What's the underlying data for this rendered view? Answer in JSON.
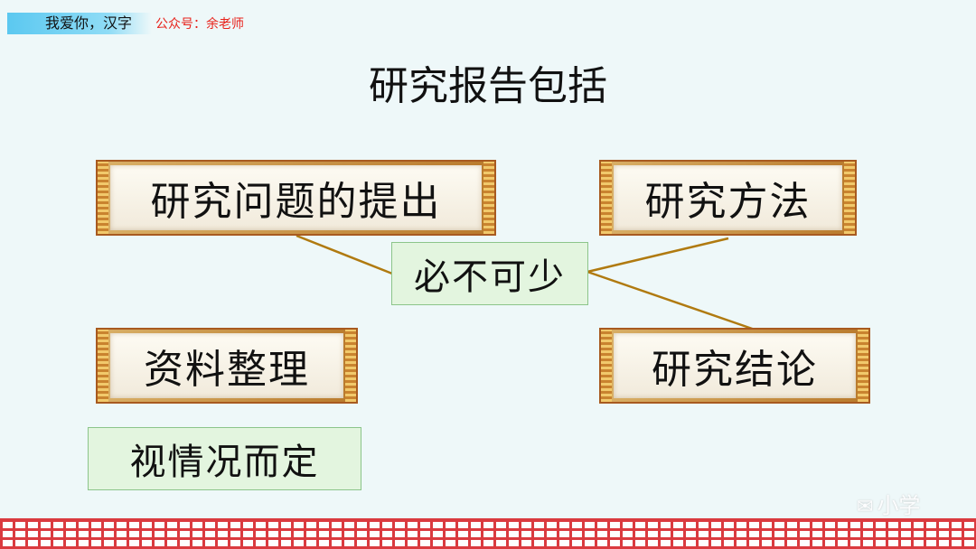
{
  "header": {
    "title": "我爱你，汉字",
    "subtitle": "公众号：余老师"
  },
  "page_title": "研究报告包括",
  "items": {
    "question": "研究问题的提出",
    "method": "研究方法",
    "data": "资料整理",
    "conclusion": "研究结论"
  },
  "badges": {
    "required": "必不可少",
    "optional": "视情况而定"
  },
  "watermark": "小学",
  "colors": {
    "connector": "#b07a10",
    "header_subtitle": "#e8221b",
    "badge_bg": "#e3f5df",
    "border": "#d8262b"
  }
}
